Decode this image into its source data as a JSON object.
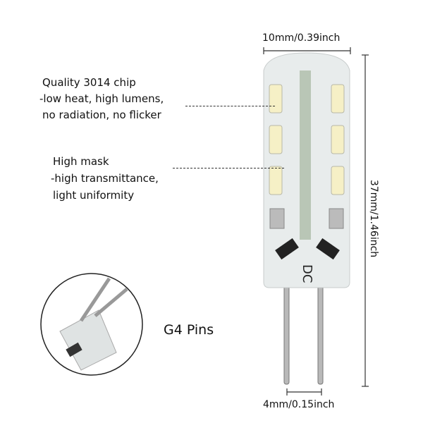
{
  "dimensions": {
    "width": "10mm/0.39inch",
    "height": "37mm/1.46inch",
    "pin_spacing": "4mm/0.15inch"
  },
  "features": [
    {
      "title": "Quality 3014 chip",
      "lines": [
        "-low heat, high lumens,",
        "no radiation, no flicker"
      ]
    },
    {
      "title": "High mask",
      "lines": [
        "-high transmittance,",
        "light uniformity"
      ]
    }
  ],
  "pins_label": "G4 Pins",
  "bulb_marking": "DC"
}
